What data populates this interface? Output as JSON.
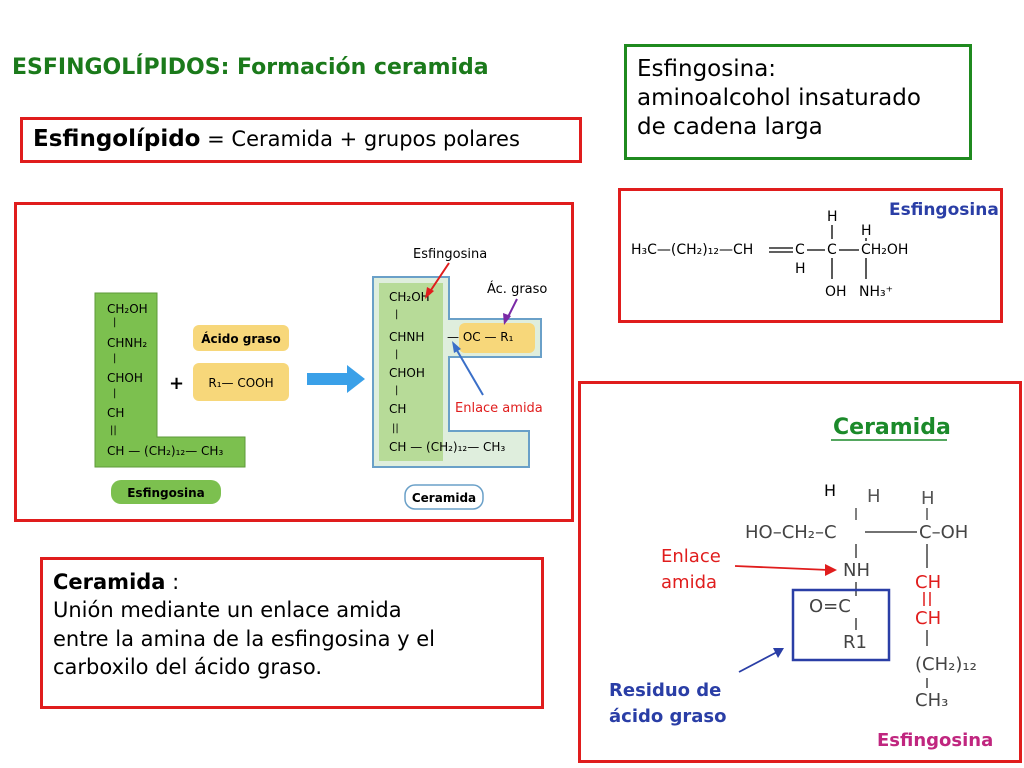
{
  "title": "ESFINGOLÍPIDOS: Formación ceramida",
  "definition": {
    "term": "Esfingolípido",
    "rest": " = Ceramida + grupos polares"
  },
  "sphingosine_box": {
    "line1": "Esfingosina:",
    "line2": "aminoalcohol insaturado",
    "line3": "de cadena larga"
  },
  "sphingosine_formula": {
    "label": "Esfingosina",
    "chain": "H₃C—(CH₂)₁₂—CH",
    "c1": "C",
    "c2": "C",
    "ch2oh": "CH₂OH",
    "h_top1": "H",
    "h_top2": "H",
    "h_bottom": "H",
    "oh": "OH",
    "nh3": "NH₃⁺"
  },
  "reaction": {
    "sph_lines": [
      "CH₂OH",
      "|",
      "CHNH₂",
      "|",
      "CHOH",
      "|",
      "CH",
      "||",
      "CH — (CH₂)₁₂— CH₃"
    ],
    "sph_label": "Esfingosina",
    "acid_label": "Ácido graso",
    "acid_formula": "R₁— COOH",
    "plus": "+",
    "cer_lines": [
      "CH₂OH",
      "|",
      "CHNH",
      "|",
      "CHOH",
      "|",
      "CH",
      "||",
      "CH — (CH₂)₁₂— CH₃"
    ],
    "cer_acyl": "— OC — R₁",
    "cer_label": "Ceramida",
    "ann_esfingosina": "Esfingosina",
    "ann_acgraso": "Ác. graso",
    "ann_enlace": "Enlace amida"
  },
  "ceramida_def": {
    "term": "Ceramida",
    "colon": " :",
    "text1": "Unión mediante un enlace amida",
    "text2": "entre la amina de la esfingosina y el",
    "text3": "carboxilo del ácido graso."
  },
  "ceramide_structure": {
    "title": "Ceramida",
    "h_left": "H",
    "h_mid": "H",
    "h_right": "H",
    "ho_ch2": "HO–CH₂–C",
    "c_right": "C–OH",
    "nh": "NH",
    "co": "O=C",
    "r1": "R1",
    "ch1": "CH",
    "ch2": "CH",
    "ch2_12": "(CH₂)₁₂",
    "ch3": "CH₃",
    "enlace1": "Enlace",
    "enlace2": "amida",
    "residuo1": "Residuo de",
    "residuo2": "ácido graso",
    "esfingosina": "Esfingosina"
  },
  "colors": {
    "red": "#e01d1d",
    "green": "#1f8a1f",
    "sph_green": "#7cc04f",
    "acid_yellow": "#f7d77a",
    "blue": "#2a3ea6",
    "magenta": "#c0267f"
  }
}
